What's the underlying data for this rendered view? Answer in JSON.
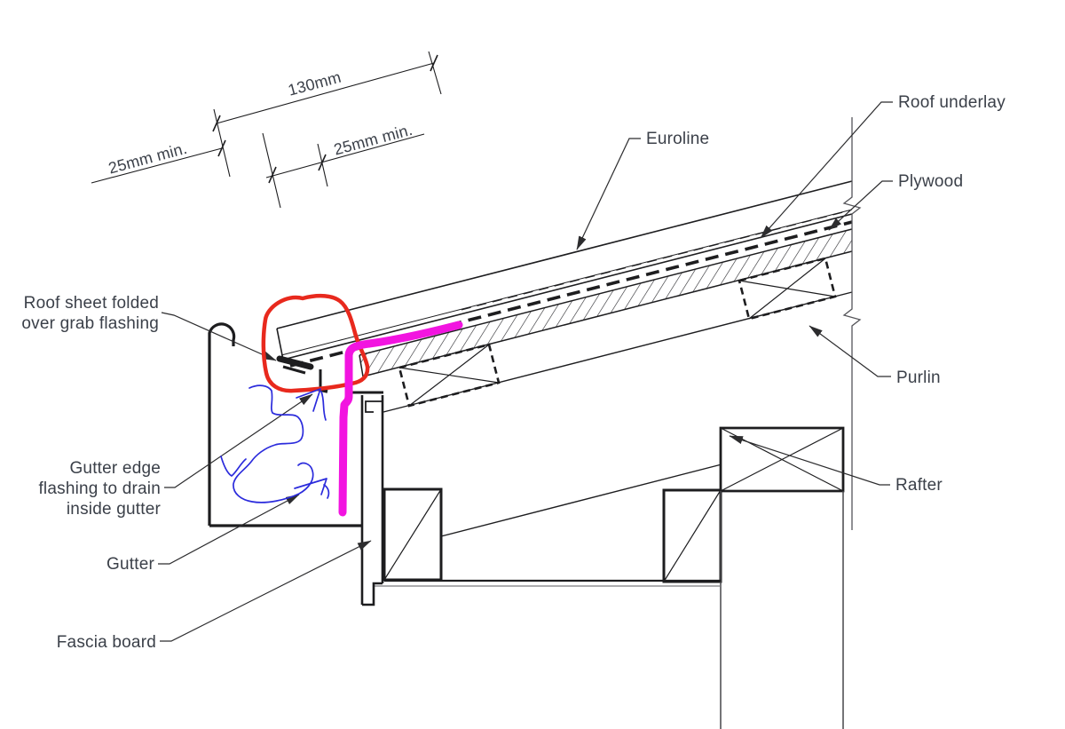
{
  "drawing": {
    "background": "#ffffff",
    "ink_color": "#1d1d1f",
    "label_color": "#3b4049",
    "type": "roof eaves / gutter construction detail"
  },
  "dimensions": {
    "overhang": "130mm",
    "left_clearance": "25mm min.",
    "right_clearance": "25mm min."
  },
  "labels": {
    "euroline": "Euroline",
    "roof_underlay": "Roof underlay",
    "plywood": "Plywood",
    "purlin": "Purlin",
    "rafter": "Rafter",
    "roof_sheet_folded_line1": "Roof sheet folded",
    "roof_sheet_folded_line2": "over grab flashing",
    "gutter_edge_line1": "Gutter edge",
    "gutter_edge_line2": "flashing to drain",
    "gutter_edge_line3": "inside gutter",
    "gutter": "Gutter",
    "fascia_board": "Fascia board"
  },
  "annotations": {
    "red_circle": "#e8291d",
    "magenta_trace": "#f214e0",
    "blue_scribble": "#2b2bdc"
  }
}
